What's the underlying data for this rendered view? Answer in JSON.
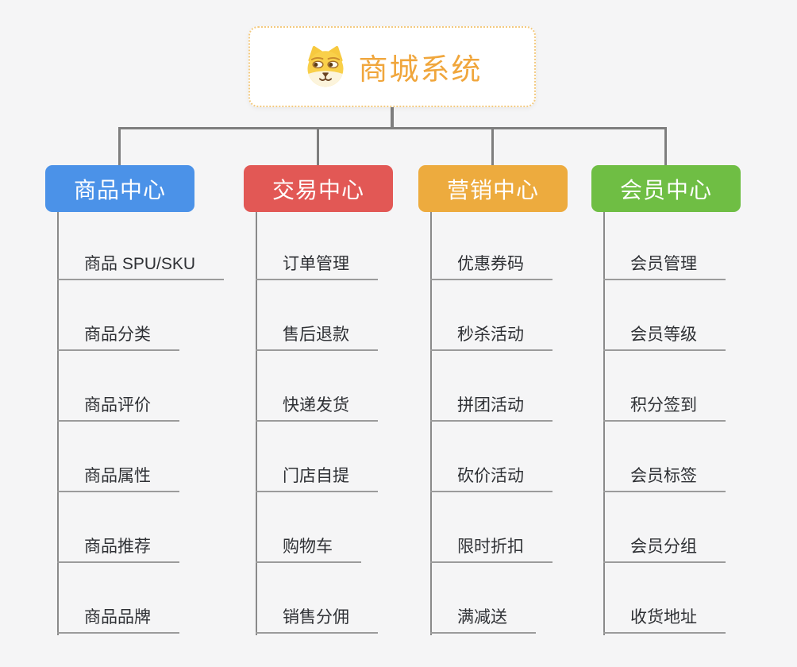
{
  "root": {
    "title": "商城系统",
    "accent_color": "#F0A63C",
    "icon": "dog-icon"
  },
  "branches": [
    {
      "label": "商品中心",
      "color": "#4B92E8",
      "items": [
        "商品 SPU/SKU",
        "商品分类",
        "商品评价",
        "商品属性",
        "商品推荐",
        "商品品牌"
      ]
    },
    {
      "label": "交易中心",
      "color": "#E25855",
      "items": [
        "订单管理",
        "售后退款",
        "快递发货",
        "门店自提",
        "购物车",
        "销售分佣"
      ]
    },
    {
      "label": "营销中心",
      "color": "#EDAB3E",
      "items": [
        "优惠券码",
        "秒杀活动",
        "拼团活动",
        "砍价活动",
        "限时折扣",
        "满减送"
      ]
    },
    {
      "label": "会员中心",
      "color": "#6FBE44",
      "items": [
        "会员管理",
        "会员等级",
        "积分签到",
        "会员标签",
        "会员分组",
        "收货地址"
      ]
    }
  ],
  "colors": {
    "background": "#F5F5F6",
    "connector": "#7E7E7E",
    "underline": "#9B9B9B",
    "root_border": "#F3CA80"
  }
}
